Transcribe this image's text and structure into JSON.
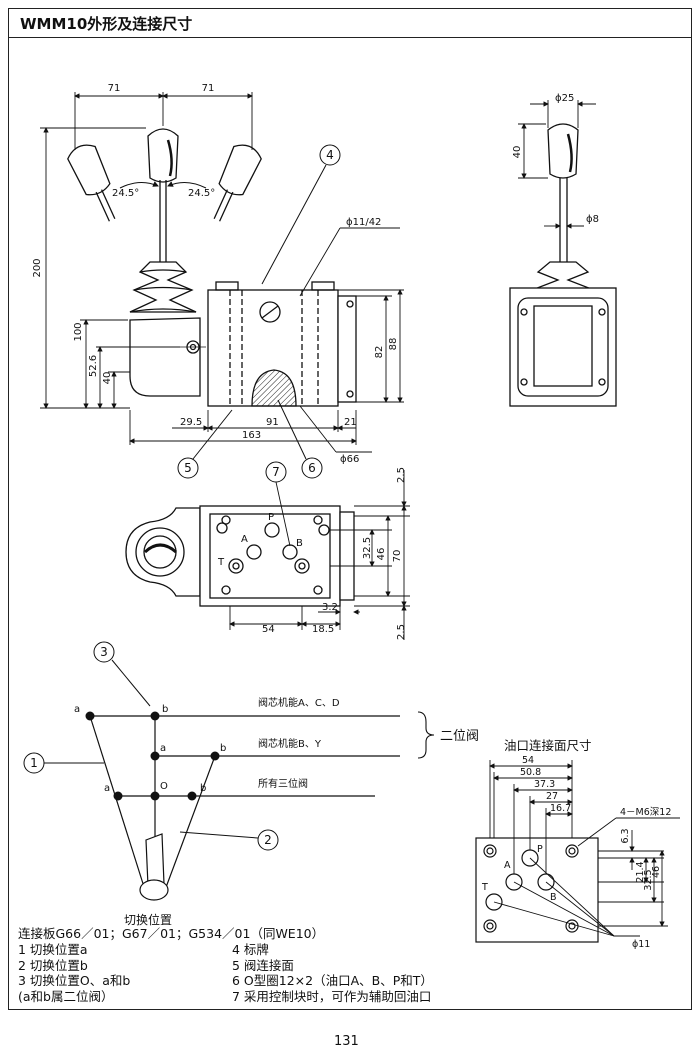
{
  "title": "WMM10外形及连接尺寸",
  "page_number": "131",
  "front_view": {
    "dims": {
      "d71_left": "71",
      "d71_right": "71",
      "d200": "200",
      "d100": "100",
      "d52_6": "52.6",
      "d40": "40",
      "d29_5": "29.5",
      "d91": "91",
      "d21": "21",
      "d163": "163",
      "d82": "82",
      "d88": "88",
      "phi11_42": "ϕ11/42",
      "phi66": "ϕ66",
      "angle_left": "24.5°",
      "angle_right": "24.5°"
    },
    "callouts": {
      "c4": "4",
      "c5": "5",
      "c6": "6"
    }
  },
  "side_view": {
    "phi25": "ϕ25",
    "d40": "40",
    "phi8": "ϕ8"
  },
  "top_view": {
    "callouts": {
      "c7": "7"
    },
    "ports": {
      "P": "P",
      "A": "A",
      "B": "B",
      "T": "T"
    },
    "dims": {
      "d2_5_top": "2.5",
      "d2_5_bottom": "2.5",
      "d32_5": "32.5",
      "d46": "46",
      "d70": "70",
      "d3_2": "3.2",
      "d54": "54",
      "d18_5": "18.5"
    }
  },
  "switch_diagram": {
    "callouts": {
      "c1": "1",
      "c2": "2",
      "c3": "3"
    },
    "row_labels": {
      "row1": "阀芯机能A、C、D",
      "row2": "阀芯机能B、Y",
      "row3": "所有三位阀"
    },
    "brace_label": "二位阀",
    "points": {
      "a": "a",
      "b": "b",
      "o": "O"
    },
    "caption": "切换位置"
  },
  "port_face": {
    "title": "油口连接面尺寸",
    "dims": {
      "d54": "54",
      "d50_8": "50.8",
      "d37_3": "37.3",
      "d27": "27",
      "d16_7": "16.7",
      "d6_3": "6.3",
      "d21_4": "21.4",
      "d32_5": "32.5",
      "d46": "46",
      "phi11": "ϕ11"
    },
    "thread_label": "4－M6深12",
    "ports": {
      "P": "P",
      "A": "A",
      "B": "B",
      "T": "T"
    }
  },
  "legend": {
    "line0": "连接板G66／01；G67／01；G534／01（同WE10）",
    "left": [
      "1  切换位置a",
      "2  切换位置b",
      "3  切换位置O、a和b",
      "  (a和b属二位阀）"
    ],
    "right": [
      "4   标牌",
      "5 阀连接面",
      "6  O型圈12×2（油口A、B、P和T）",
      "7  采用控制块时，可作为辅助回油口"
    ]
  }
}
